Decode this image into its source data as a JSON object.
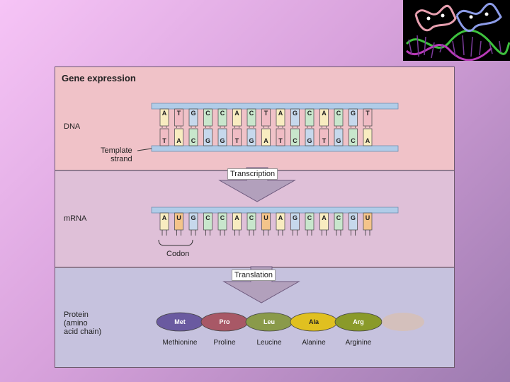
{
  "title": "Gene expression",
  "labels": {
    "dna": "DNA",
    "template_strand": "Template\nstrand",
    "transcription": "Transcription",
    "mrna": "mRNA",
    "codon": "Codon",
    "translation": "Translation",
    "protein": "Protein\n(amino\nacid chain)"
  },
  "dna_top_strand": [
    "A",
    "T",
    "G",
    "C",
    "C",
    "A",
    "C",
    "T",
    "A",
    "G",
    "C",
    "A",
    "C",
    "G",
    "T"
  ],
  "dna_bottom_strand": [
    "T",
    "A",
    "C",
    "G",
    "G",
    "T",
    "G",
    "A",
    "T",
    "C",
    "G",
    "T",
    "G",
    "C",
    "A"
  ],
  "mrna": [
    "A",
    "U",
    "G",
    "C",
    "C",
    "A",
    "C",
    "U",
    "A",
    "G",
    "C",
    "A",
    "C",
    "G",
    "U"
  ],
  "amino_acids": [
    {
      "abbr": "Met",
      "name": "Methionine"
    },
    {
      "abbr": "Pro",
      "name": "Proline"
    },
    {
      "abbr": "Leu",
      "name": "Leucine"
    },
    {
      "abbr": "Ala",
      "name": "Alanine"
    },
    {
      "abbr": "Arg",
      "name": "Arginine"
    }
  ],
  "colors": {
    "A": "#f8ecc0",
    "T": "#f0bcc4",
    "G": "#c6d8ec",
    "C": "#c8e6cc",
    "U": "#f4c48a",
    "backbone": "#b0cce8",
    "Met": "#6a5aa0",
    "Pro": "#a85866",
    "Leu": "#8a9a4a",
    "Ala": "#e0c020",
    "Arg": "#8a9a2a"
  }
}
